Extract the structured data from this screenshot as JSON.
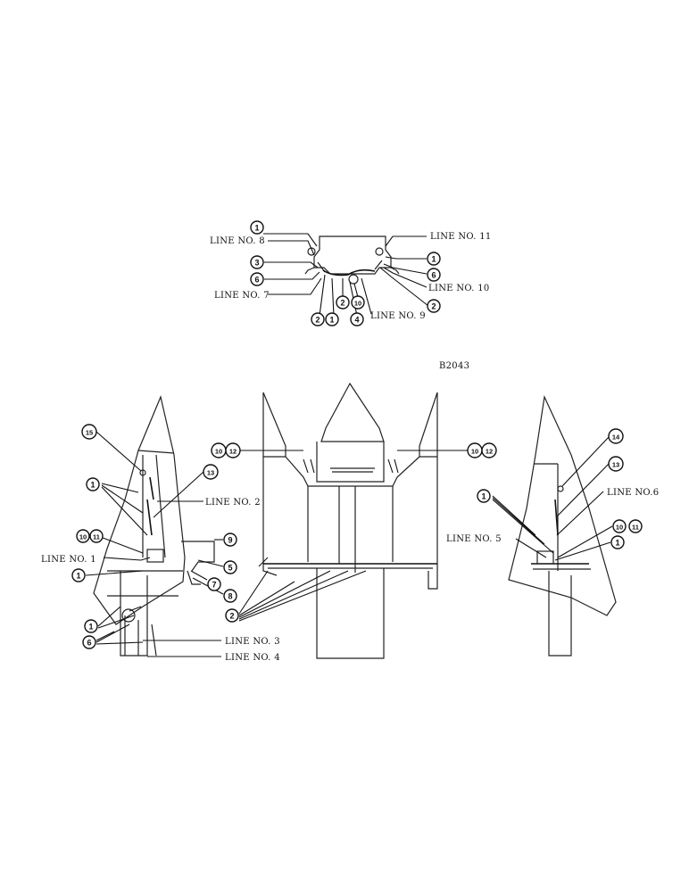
{
  "drawing_code": "B2043",
  "line_labels": {
    "line1": "LINE NO. 1",
    "line2": "LINE NO. 2",
    "line3": "LINE NO. 3",
    "line4": "LINE NO. 4",
    "line5": "LINE NO. 5",
    "line6": "LINE NO.6",
    "line7": "LINE NO. 7",
    "line8": "LINE NO. 8",
    "line9": "LINE NO. 9",
    "line10": "LINE NO. 10",
    "line11": "LINE NO. 11"
  },
  "callouts": {
    "c1": "1",
    "c2": "2",
    "c3": "3",
    "c4": "4",
    "c5": "5",
    "c6": "6",
    "c7": "7",
    "c8": "8",
    "c9": "9",
    "c10": "10",
    "c11": "11",
    "c12": "12",
    "c13": "13",
    "c14": "14",
    "c15": "15"
  }
}
